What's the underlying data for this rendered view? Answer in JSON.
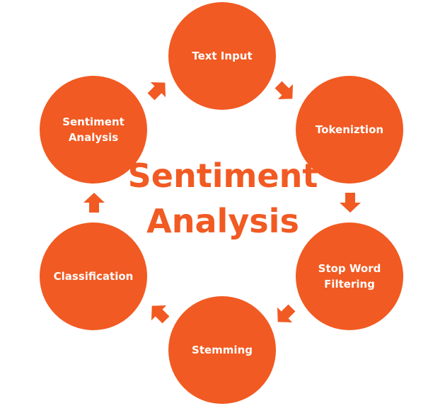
{
  "title": "Sentiment\nAnalysis",
  "accent_color": "#f15a22",
  "steps": [
    {
      "label": "Text Input"
    },
    {
      "label": "Tokeniztion"
    },
    {
      "label": "Stop Word\nFiltering"
    },
    {
      "label": "Stemming"
    },
    {
      "label": "Classification"
    },
    {
      "label": "Sentiment\nAnalysis"
    }
  ],
  "connector_icon": "block-arrow-icon"
}
